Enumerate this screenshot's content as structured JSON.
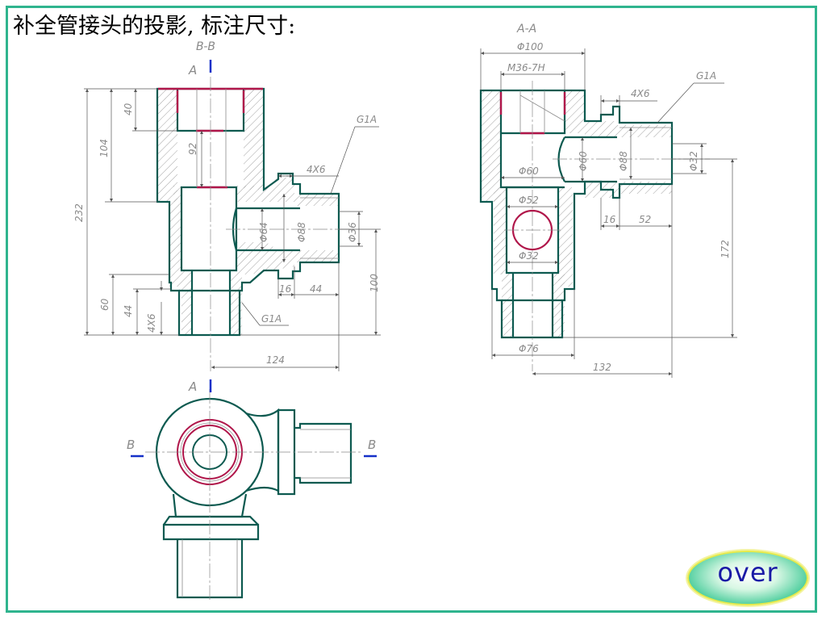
{
  "title": "补全管接头的投影, 标注尺寸:",
  "button": {
    "label": "over"
  },
  "section_labels": {
    "aa": "A-A",
    "bb": "B-B",
    "a": "A",
    "b": "B"
  },
  "dims_left": {
    "d40": "40",
    "d104": "104",
    "d232": "232",
    "d92": "92",
    "d60": "60",
    "d44v": "44",
    "d4x6": "4X6",
    "d100": "100",
    "d124": "124",
    "d16": "16",
    "d44h": "44",
    "g1a_top": "G1A",
    "g1a_bottom": "G1A",
    "phi64": "Φ64",
    "phi88": "Φ88",
    "phi36": "Φ36",
    "d4x6_top": "4X6"
  },
  "dims_right": {
    "phi100": "Φ100",
    "m36": "M36-7H",
    "g1a": "G1A",
    "d4x6": "4X6",
    "phi60h": "Φ60",
    "phi60v": "Φ60",
    "phi88": "Φ88",
    "phi32r": "Φ32",
    "phi52": "Φ52",
    "phi32": "Φ32",
    "phi76": "Φ76",
    "d16": "16",
    "d52": "52",
    "d172": "172",
    "d132": "132"
  },
  "colors": {
    "outline": "#0d5a50",
    "thread": "#b0164a",
    "dim": "#8a8a8a",
    "axis": "#1530c8",
    "frame": "#2fb48e"
  }
}
